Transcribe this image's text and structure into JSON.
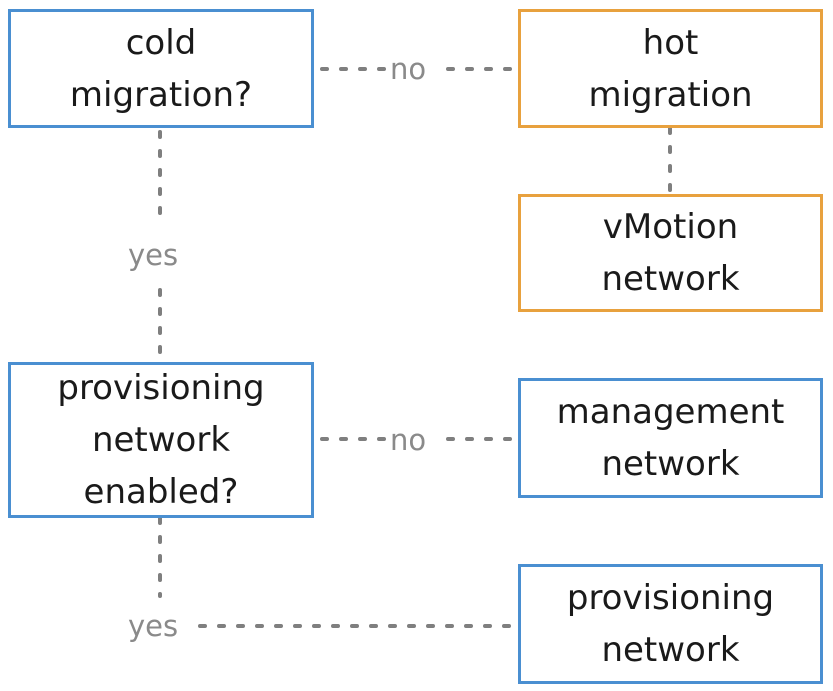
{
  "nodes": {
    "cold_migration": {
      "lines": [
        "cold",
        "migration?"
      ]
    },
    "hot_migration": {
      "lines": [
        "hot",
        "migration"
      ]
    },
    "vmotion_network": {
      "lines": [
        "vMotion",
        "network"
      ]
    },
    "provisioning_enabled": {
      "lines": [
        "provisioning",
        "network",
        "enabled?"
      ]
    },
    "management_network": {
      "lines": [
        "management",
        "network"
      ]
    },
    "provisioning_network": {
      "lines": [
        "provisioning",
        "network"
      ]
    }
  },
  "edges": {
    "cold_no": "no",
    "cold_yes": "yes",
    "prov_no": "no",
    "prov_yes": "yes"
  },
  "colors": {
    "decision_border": "#4a8fd1",
    "hot_path_border": "#e8a13e",
    "connector": "#7f7f7f",
    "label": "#8a8a8a"
  }
}
